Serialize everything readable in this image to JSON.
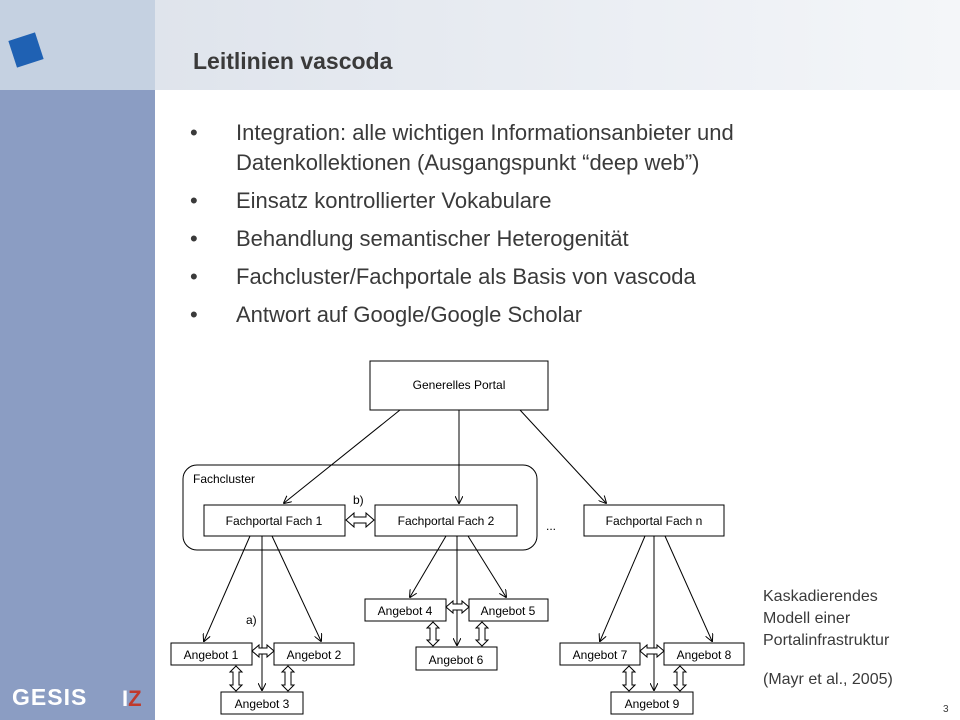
{
  "title": "Leitlinien vascoda",
  "bullet_glyph": "•",
  "bullets": [
    "Integration: alle wichtigen Informationsanbieter und",
    "Datenkollektionen (Ausgangspunkt “deep web”)",
    "Einsatz kontrollierter Vokabulare",
    "Behandlung semantischer Heterogenität",
    "Fachcluster/Fachportale als Basis von vascoda",
    "Antwort auf Google/Google Scholar"
  ],
  "diagram": {
    "top_portal": "Generelles Portal",
    "cluster_label": "Fachcluster",
    "portal_1": "Fachportal Fach 1",
    "portal_2": "Fachportal Fach 2",
    "portal_n": "Fachportal Fach n",
    "label_a": "a)",
    "label_b": "b)",
    "ellipsis": "...",
    "angebote": [
      "Angebot 1",
      "Angebot 2",
      "Angebot 3",
      "Angebot 4",
      "Angebot 5",
      "Angebot 6",
      "Angebot 7",
      "Angebot 8",
      "Angebot 9"
    ]
  },
  "caption": [
    "Kaskadierendes",
    "Modell einer",
    "Portalinfrastruktur"
  ],
  "citation": "(Mayr et al., 2005)",
  "footer": {
    "gesis": "GESIS",
    "iz_i": "I",
    "iz_z": "Z",
    "page_number": "3"
  },
  "colors": {
    "sidebar": "#8b9dc3",
    "sidebar_top": "#c5d1e1",
    "logo": "#1f61b3",
    "text": "#3a3a3a"
  }
}
